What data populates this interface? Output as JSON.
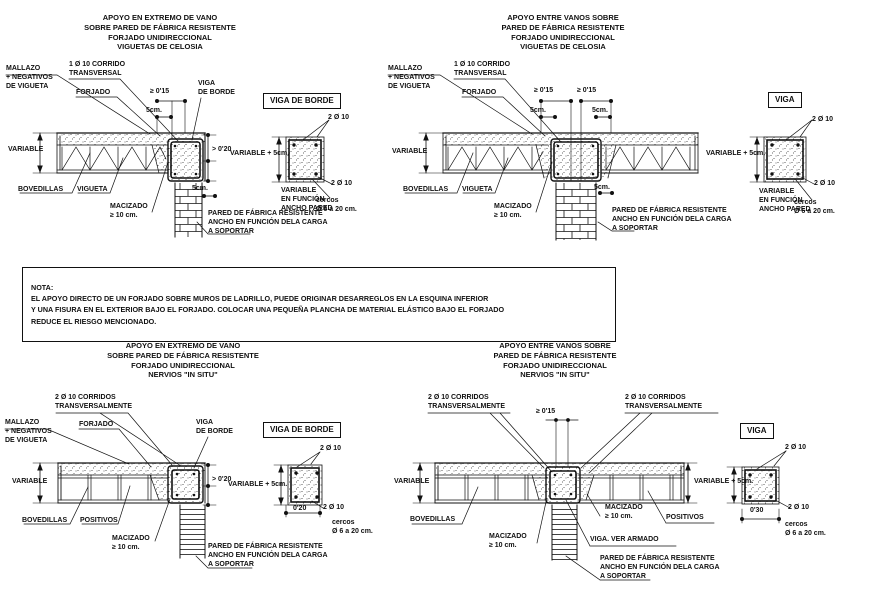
{
  "palette": {
    "ink": "#111111",
    "paper": "#ffffff"
  },
  "tl": {
    "title": "APOYO EN EXTREMO DE VANO\nSOBRE PARED DE FÁBRICA RESISTENTE\nFORJADO UNIDIRECCIONAL\nVIGUETAS DE CELOSIA",
    "mallazo": "MALLAZO\n+ NEGATIVOS\nDE VIGUETA",
    "corrido": "1 Ø 10 CORRIDO\nTRANSVERSAL",
    "forjado": "FORJADO",
    "dim_min_015": "≥ 0'15",
    "viga_leader": "VIGA\nDE BORDE",
    "dim_5cm": "5cm.",
    "box": "VIGA DE BORDE",
    "variable": "VARIABLE",
    "bovedillas": "BOVEDILLAS",
    "vigueta": "VIGUETA",
    "macizado": "MACIZADO\n≥ 10 cm.",
    "dim_020": "> 0'20",
    "dim_5cm_wall": "5cm.",
    "pared": "PARED DE FÁBRICA RESISTENTE\nANCHO EN FUNCIÓN DELA CARGA\nA SOPORTAR",
    "sec_top_bars": "2 Ø 10",
    "sec_bottom_bars": "2 Ø 10",
    "sec_width": "VARIABLE + 5cm.",
    "sec_var": "VARIABLE\nEN FUNCIÓN\nANCHO PARED",
    "cercos": "cercos\nØ 6 a 20 cm."
  },
  "tr": {
    "title": "APOYO ENTRE VANOS SOBRE\nPARED DE FÁBRICA RESISTENTE\nFORJADO UNIDIRECCIONAL\nVIGUETAS DE CELOSIA",
    "mallazo": "MALLAZO\n+ NEGATIVOS\nDE VIGUETA",
    "corrido": "1 Ø 10 CORRIDO\nTRANSVERSAL",
    "forjado": "FORJADO",
    "dim_min_015_l": "≥ 0'15",
    "dim_min_015_r": "≥ 0'15",
    "dim_5cm_l": "5cm.",
    "dim_5cm_r": "5cm.",
    "box": "VIGA",
    "variable": "VARIABLE",
    "bovedillas": "BOVEDILLAS",
    "vigueta": "VIGUETA",
    "macizado": "MACIZADO\n≥ 10 cm.",
    "dim_5cm_wall": "5cm.",
    "pared": "PARED DE FÁBRICA RESISTENTE\nANCHO EN FUNCIÓN DELA CARGA\nA SOPORTAR",
    "sec_top_bars": "2 Ø 10",
    "sec_bottom_bars": "2 Ø 10",
    "sec_width": "VARIABLE + 5cm.",
    "sec_var": "VARIABLE\nEN FUNCIÓN\nANCHO PARED",
    "cercos": "cercos\nØ 6 a 20 cm."
  },
  "note": {
    "heading": "NOTA:",
    "body": "EL APOYO DIRECTO DE UN FORJADO SOBRE MUROS DE LADRILLO, PUEDE ORIGINAR DESARREGLOS EN LA ESQUINA INFERIOR\nY UNA FISURA EN EL EXTERIOR BAJO EL FORJADO. COLOCAR UNA PEQUEÑA PLANCHA DE MATERIAL ELÁSTICO BAJO EL FORJADO\nREDUCE EL RIESGO MENCIONADO."
  },
  "bl": {
    "title": "APOYO EN EXTREMO DE VANO\nSOBRE PARED DE FÁBRICA RESISTENTE\nFORJADO UNIDIRECCIONAL\nNERVIOS \"IN SITU\"",
    "corridos": "2 Ø 10 CORRIDOS\nTRANSVERSALMENTE",
    "mallazo": "MALLAZO\n+ NEGATIVOS\nDE VIGUETA",
    "forjado": "FORJADO",
    "viga_leader": "VIGA\nDE BORDE",
    "box": "VIGA DE BORDE",
    "variable": "VARIABLE",
    "bovedillas": "BOVEDILLAS",
    "positivos": "POSITIVOS",
    "macizado": "MACIZADO\n≥ 10 cm.",
    "dim_020": "> 0'20",
    "pared": "PARED DE FÁBRICA RESISTENTE\nANCHO EN FUNCIÓN DELA CARGA\nA SOPORTAR",
    "sec_top_bars": "2 Ø 10",
    "sec_bottom_bars": "2 Ø 10",
    "sec_width": "VARIABLE + 5cm.",
    "sec_width_dim": "0'20",
    "cercos": "cercos\nØ 6 a 20 cm."
  },
  "br": {
    "title": "APOYO ENTRE VANOS SOBRE\nPARED DE FÁBRICA RESISTENTE\nFORJADO UNIDIRECCIONAL\nNERVIOS \"IN SITU\"",
    "corridos_l": "2 Ø 10 CORRIDOS\nTRANSVERSALMENTE",
    "corridos_r": "2 Ø 10 CORRIDOS\nTRANSVERSALMENTE",
    "dim_min_015": "≥ 0'15",
    "box": "VIGA",
    "variable_l": "VARIABLE",
    "bovedillas": "BOVEDILLAS",
    "macizado_l": "MACIZADO\n≥ 10 cm.",
    "macizado_r": "MACIZADO\n≥ 10 cm.",
    "positivos": "POSITIVOS",
    "viga_ver": "VIGA. VER ARMADO",
    "pared": "PARED DE FÁBRICA RESISTENTE\nANCHO EN FUNCIÓN DELA CARGA\nA SOPORTAR",
    "sec_width": "VARIABLE + 5cm.",
    "sec_top_bars": "2 Ø 10",
    "sec_bottom_bars": "2 Ø 10",
    "sec_width_dim": "0'30",
    "cercos": "cercos\nØ 6 a 20 cm."
  }
}
